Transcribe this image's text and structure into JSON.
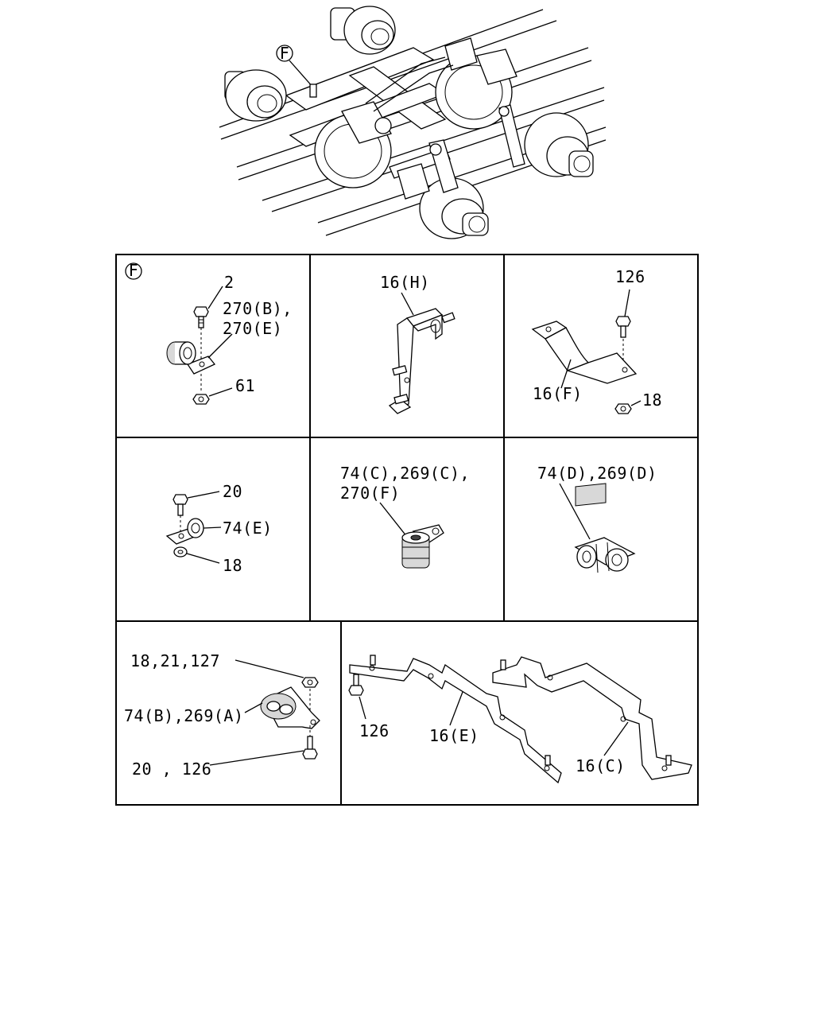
{
  "overview": {
    "callout": "F"
  },
  "panels": {
    "F": {
      "callout": "F",
      "labels": [
        "2",
        "270(B),",
        "270(E)",
        "61"
      ]
    },
    "H": {
      "labels": [
        "16(H)"
      ]
    },
    "Fclip": {
      "labels": [
        "126",
        "16(F)",
        "18"
      ]
    },
    "E74": {
      "labels": [
        "20",
        "74(E)",
        "18"
      ]
    },
    "C74": {
      "labels": [
        "74(C),269(C),",
        "270(F)"
      ]
    },
    "D74": {
      "labels": [
        "74(D),269(D)"
      ]
    },
    "B74": {
      "labels": [
        "18,21,127",
        "74(B),269(A)",
        "20 , 126"
      ]
    },
    "brackets": {
      "labels": [
        "126",
        "16(E)",
        "16(C)"
      ]
    }
  }
}
